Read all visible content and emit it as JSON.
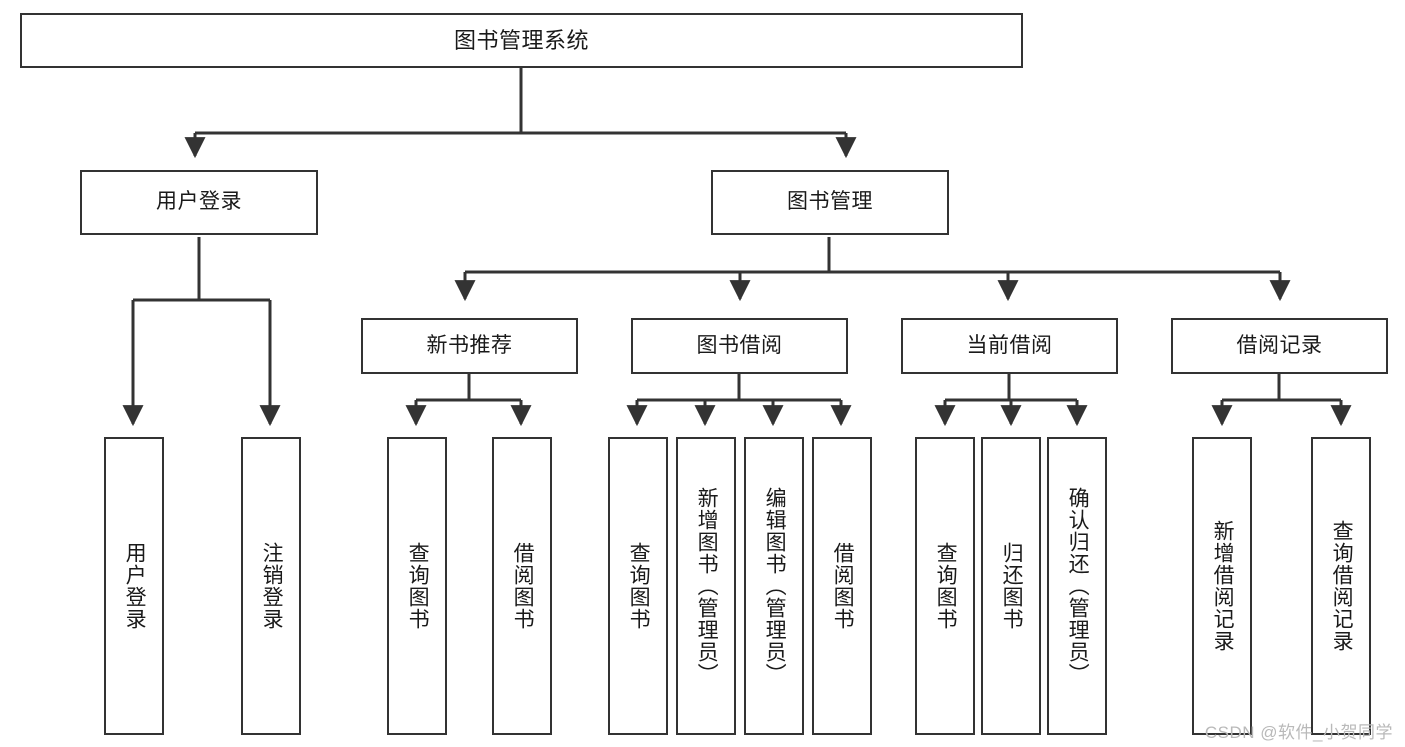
{
  "diagram": {
    "title": "图书管理系统",
    "type": "tree-hierarchy-diagram",
    "colors": {
      "border": "#333333",
      "background": "#ffffff",
      "text": "#1a1a1a",
      "watermark": "#b9b9b9"
    },
    "nodes": {
      "root": {
        "label": "图书管理系统"
      },
      "level2": [
        {
          "label": "用户登录"
        },
        {
          "label": "图书管理"
        }
      ],
      "level3": [
        {
          "label": "新书推荐"
        },
        {
          "label": "图书借阅"
        },
        {
          "label": "当前借阅"
        },
        {
          "label": "借阅记录"
        }
      ],
      "leaves_user_login": [
        {
          "label": "用户登录"
        },
        {
          "label": "注销登录"
        }
      ],
      "leaves_new_book": [
        {
          "label": "查询图书"
        },
        {
          "label": "借阅图书"
        }
      ],
      "leaves_borrow": [
        {
          "label": "查询图书"
        },
        {
          "label": "新增图书（管理员）"
        },
        {
          "label": "编辑图书（管理员）"
        },
        {
          "label": "借阅图书"
        }
      ],
      "leaves_current": [
        {
          "label": "查询图书"
        },
        {
          "label": "归还图书"
        },
        {
          "label": "确认归还（管理员）"
        }
      ],
      "leaves_records": [
        {
          "label": "新增借阅记录"
        },
        {
          "label": "查询借阅记录"
        }
      ]
    },
    "watermark": "CSDN @软件_小贺同学"
  }
}
